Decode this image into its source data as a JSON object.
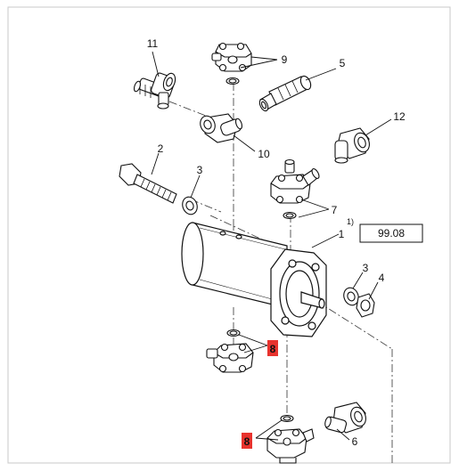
{
  "diagram": {
    "reference_box": "99.08",
    "footnote_marker": "1)",
    "highlight_color": "#e8332e",
    "callouts": {
      "c11": "11",
      "c9": "9",
      "c5": "5",
      "c12": "12",
      "c10": "10",
      "c2": "2",
      "c3a": "3",
      "c7": "7",
      "c1": "1",
      "c3b": "3",
      "c4": "4",
      "c8a": "8",
      "c8b": "8",
      "c6": "6"
    }
  }
}
